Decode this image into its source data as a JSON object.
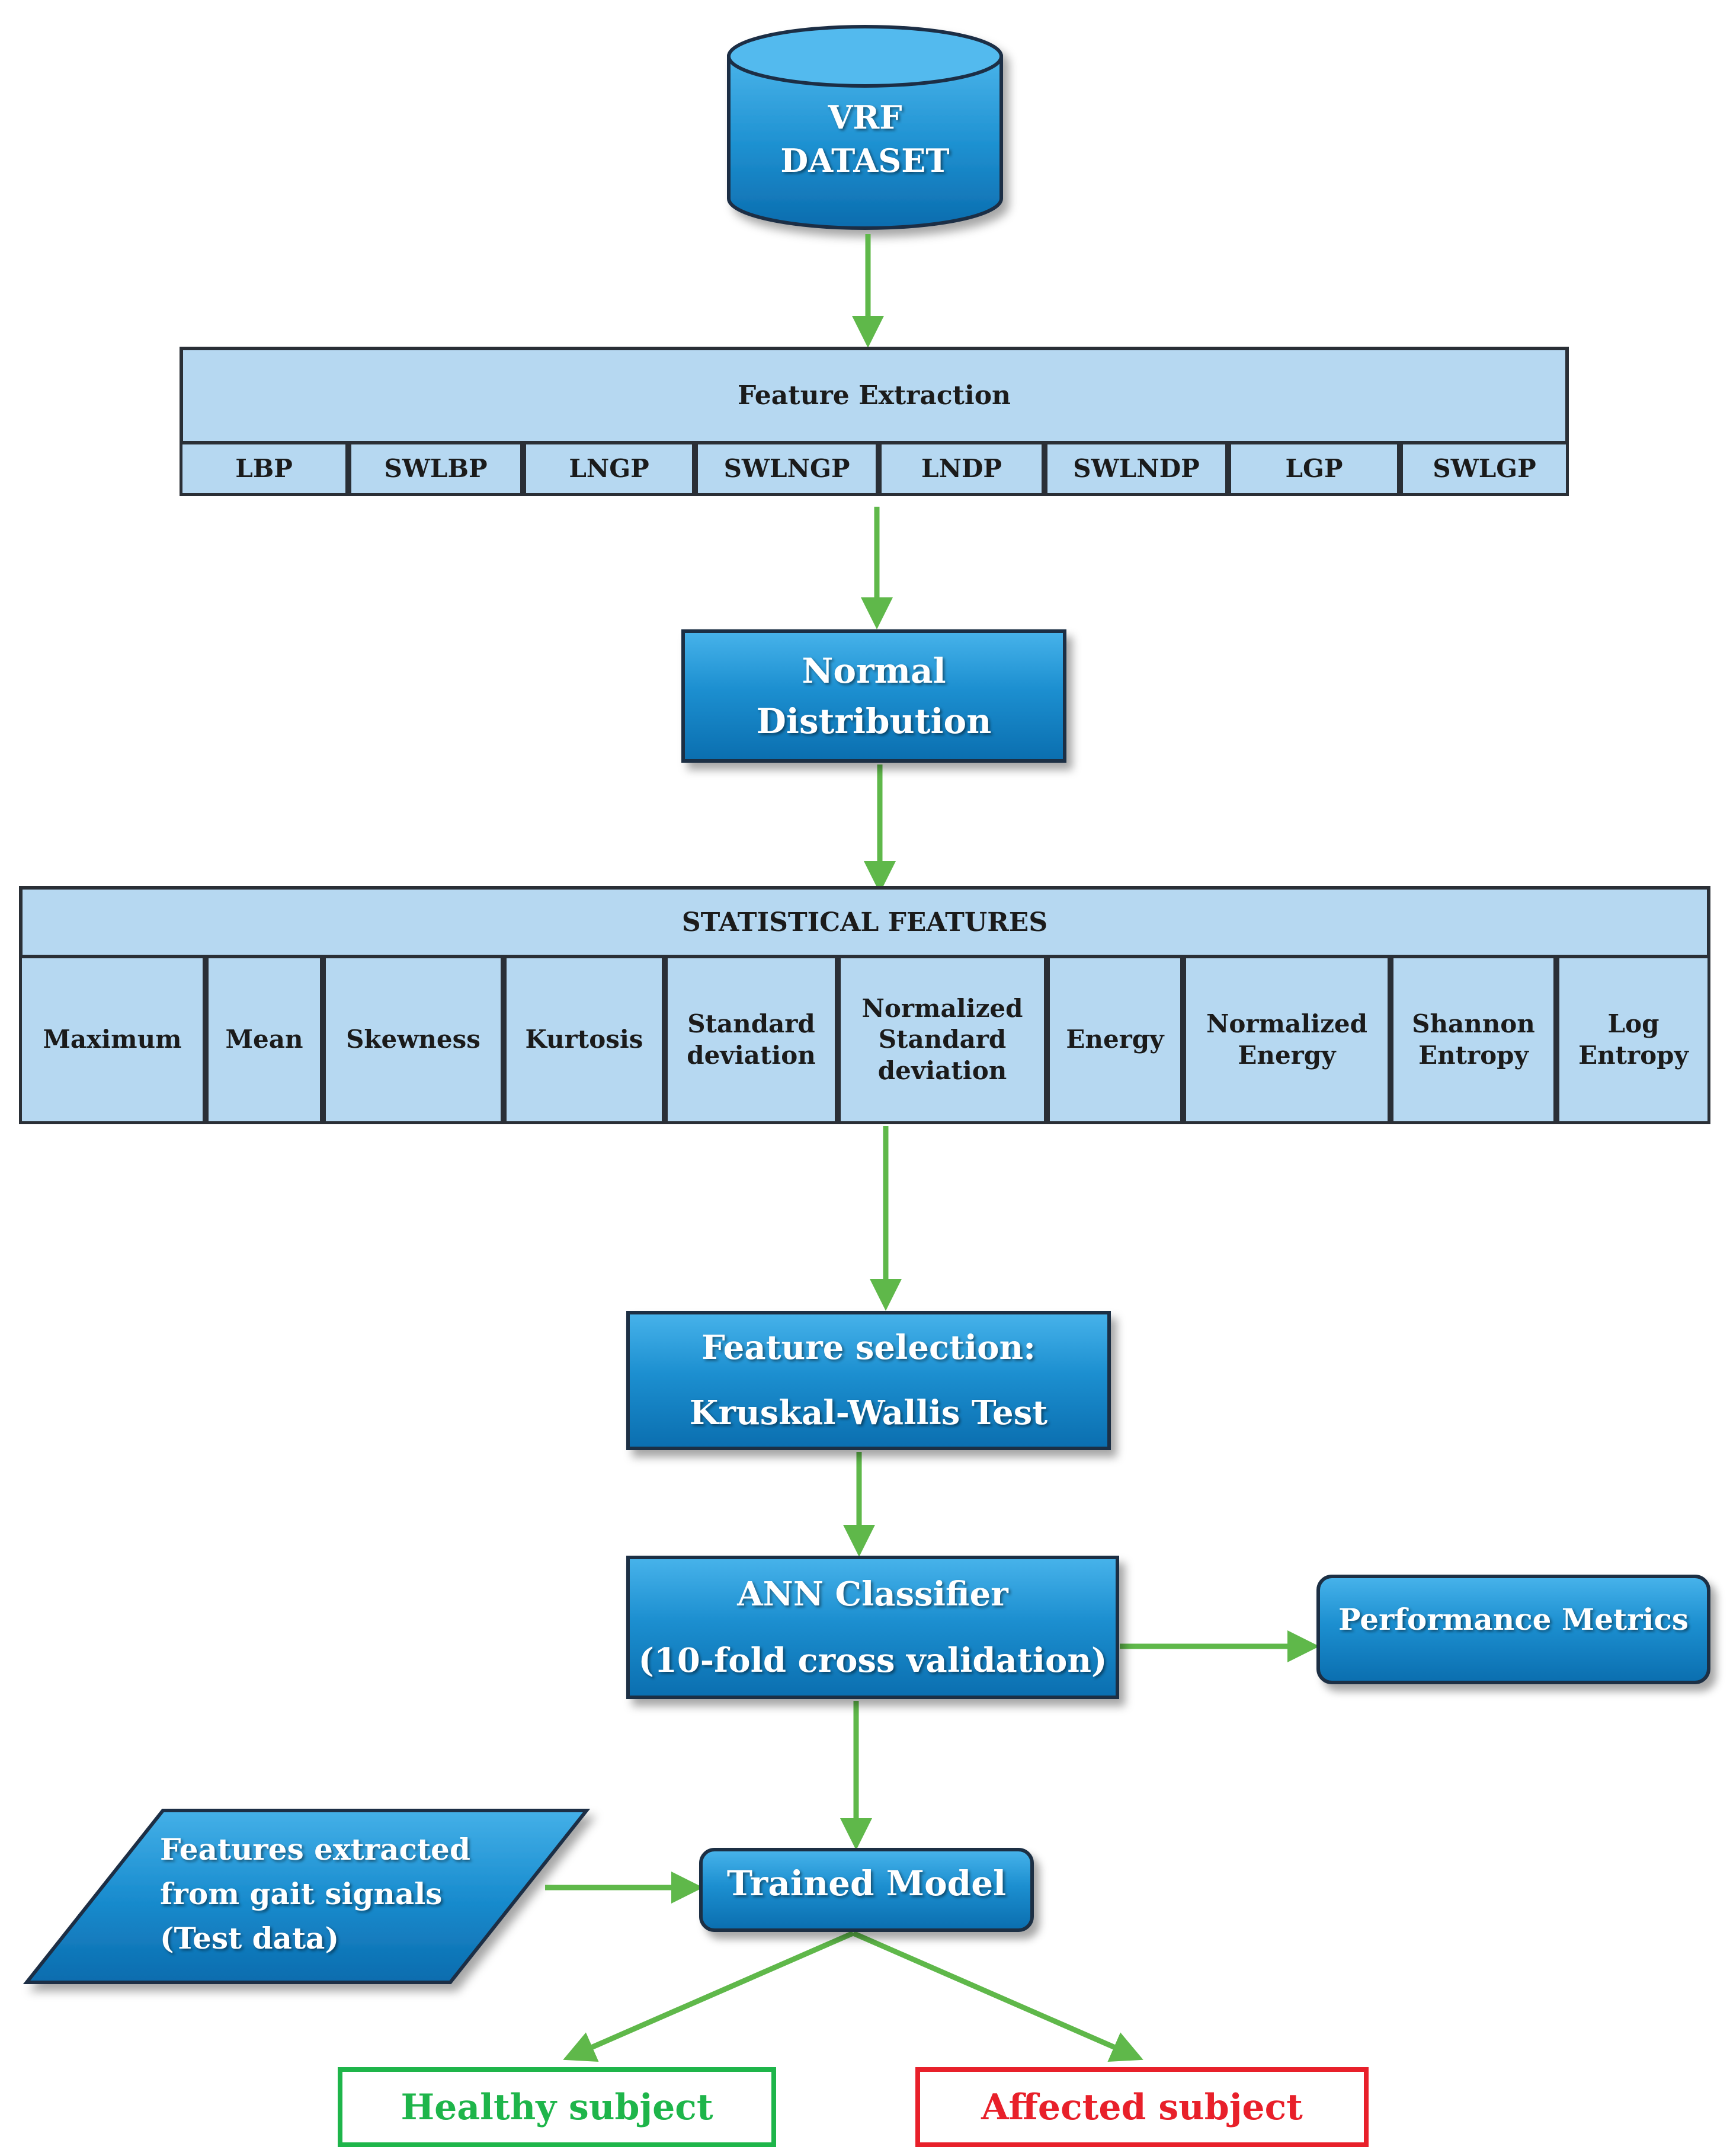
{
  "dataset": {
    "line1": "VRF",
    "line2": "DATASET"
  },
  "feature_extraction": {
    "title": "Feature Extraction",
    "items": [
      "LBP",
      "SWLBP",
      "LNGP",
      "SWLNGP",
      "LNDP",
      "SWLNDP",
      "LGP",
      "SWLGP"
    ]
  },
  "normal_distribution": {
    "line1": "Normal",
    "line2": "Distribution"
  },
  "statistical_features": {
    "title": "STATISTICAL FEATURES",
    "items": [
      {
        "label": "Maximum"
      },
      {
        "label": "Mean"
      },
      {
        "label": "Skewness"
      },
      {
        "label": "Kurtosis"
      },
      {
        "label": "Standard deviation"
      },
      {
        "label": "Normalized Standard deviation"
      },
      {
        "label": "Energy"
      },
      {
        "label": "Normalized Energy"
      },
      {
        "label": "Shannon Entropy"
      },
      {
        "label": "Log Entropy"
      }
    ]
  },
  "feature_selection": {
    "line1": "Feature selection:",
    "line2": "Kruskal-Wallis Test"
  },
  "classifier": {
    "line1": "ANN Classifier",
    "line2": "(10-fold cross validation)"
  },
  "performance_metrics": {
    "label": "Performance Metrics"
  },
  "test_data": {
    "line1": "Features extracted",
    "line2": "from gait signals",
    "line3": "(Test data)"
  },
  "trained_model": {
    "label": "Trained Model"
  },
  "outputs": {
    "healthy": {
      "label": "Healthy subject",
      "color": "#1eb54a"
    },
    "affected": {
      "label": "Affected subject",
      "color": "#e8202a"
    }
  },
  "colors": {
    "arrow": "#5fb84a",
    "box_light": "#b6d8f1",
    "box_blue": "#1c8fd0"
  }
}
